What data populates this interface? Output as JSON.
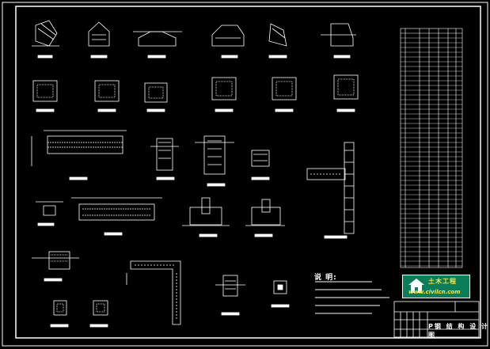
{
  "notes": {
    "label": "说 明:"
  },
  "watermark": {
    "title": "土木工程",
    "url": "www.civilcn.com",
    "logo_icon": "house-logo-icon"
  },
  "title_block": {
    "drawing_title": "P钢 结 构 设 计 图"
  },
  "colors": {
    "background": "#000000",
    "lines": "#ffffff",
    "logo_bg": "#0c7d5a",
    "logo_text": "#ffe23a"
  }
}
